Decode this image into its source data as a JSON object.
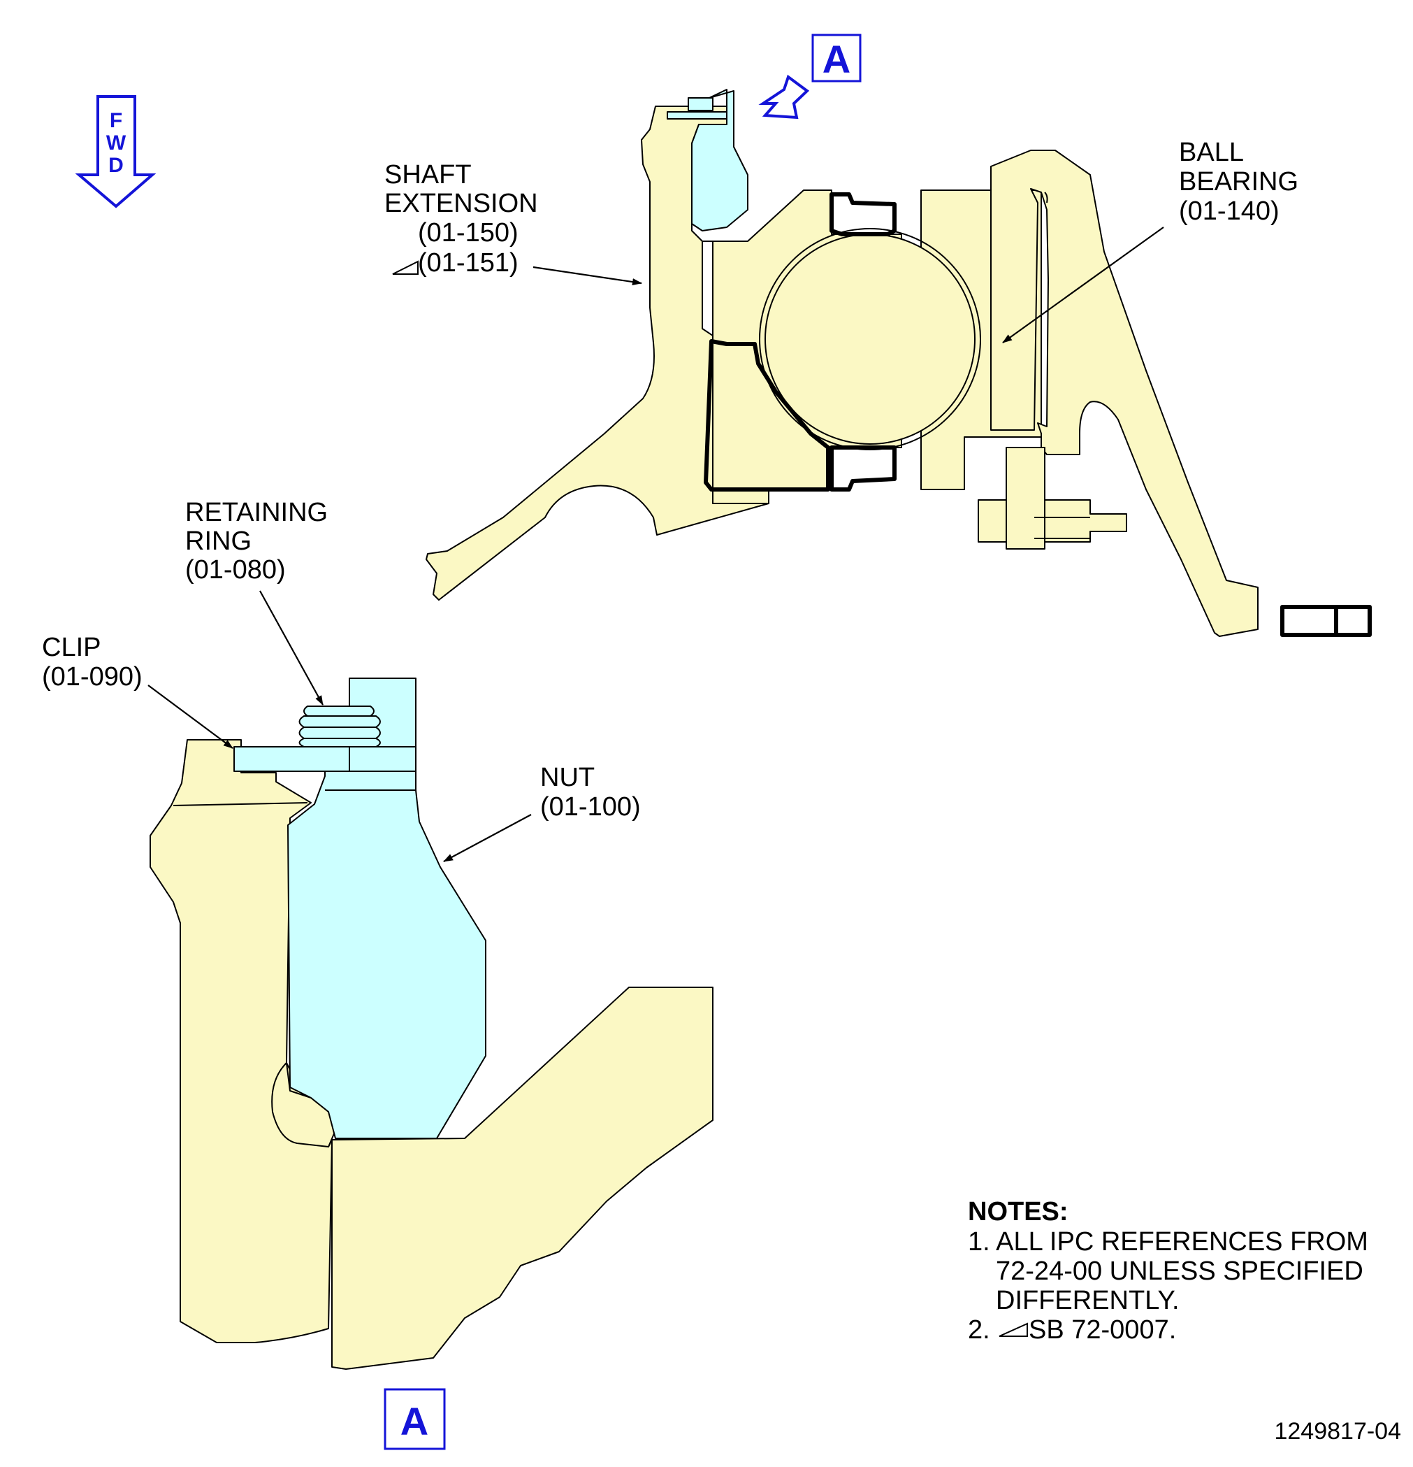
{
  "labels": {
    "fwd": [
      "F",
      "W",
      "D"
    ],
    "view_marker": "A",
    "shaft_extension": {
      "line1": "SHAFT",
      "line2": "EXTENSION",
      "ref1": "(01-150)",
      "ref2": "(01-151)"
    },
    "ball_bearing": {
      "line1": "BALL",
      "line2": "BEARING",
      "ref": "(01-140)"
    },
    "retaining_ring": {
      "line1": "RETAINING",
      "line2": "RING",
      "ref": "(01-080)"
    },
    "clip": {
      "line1": "CLIP",
      "ref": "(01-090)"
    },
    "nut": {
      "line1": "NUT",
      "ref": "(01-100)"
    }
  },
  "notes": {
    "heading": "NOTES:",
    "item1_line1": "1. ALL IPC REFERENCES FROM",
    "item1_line2": "72-24-00 UNLESS SPECIFIED",
    "item1_line3": "DIFFERENTLY.",
    "item2_num": "2.",
    "item2_text": "SB 72-0007."
  },
  "drawing_number": "1249817-04",
  "colors": {
    "part_tan": "#fbf8c4",
    "part_cyan": "#ccffff",
    "callout_blue": "#1414d8"
  }
}
